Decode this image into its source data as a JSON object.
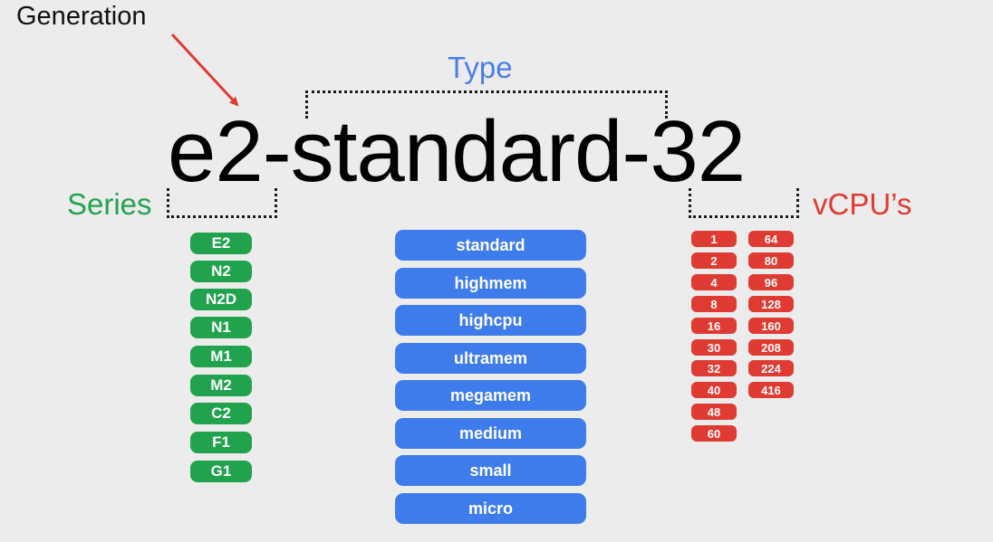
{
  "generation_label": "Generation",
  "type_label": "Type",
  "series_label": "Series",
  "vcpu_label": "vCPU’s",
  "machine_name": "e2-standard-32",
  "series": [
    "E2",
    "N2",
    "N2D",
    "N1",
    "M1",
    "M2",
    "C2",
    "F1",
    "G1"
  ],
  "types": [
    "standard",
    "highmem",
    "highcpu",
    "ultramem",
    "megamem",
    "medium",
    "small",
    "micro"
  ],
  "vcpus_col1": [
    "1",
    "2",
    "4",
    "8",
    "16",
    "30",
    "32",
    "40",
    "48",
    "60"
  ],
  "vcpus_col2": [
    "64",
    "80",
    "96",
    "128",
    "160",
    "208",
    "224",
    "416"
  ],
  "colors": {
    "series": "#21a34e",
    "type": "#3f7ceb",
    "vcpu": "#e03b32",
    "arrow": "#e03b32"
  }
}
